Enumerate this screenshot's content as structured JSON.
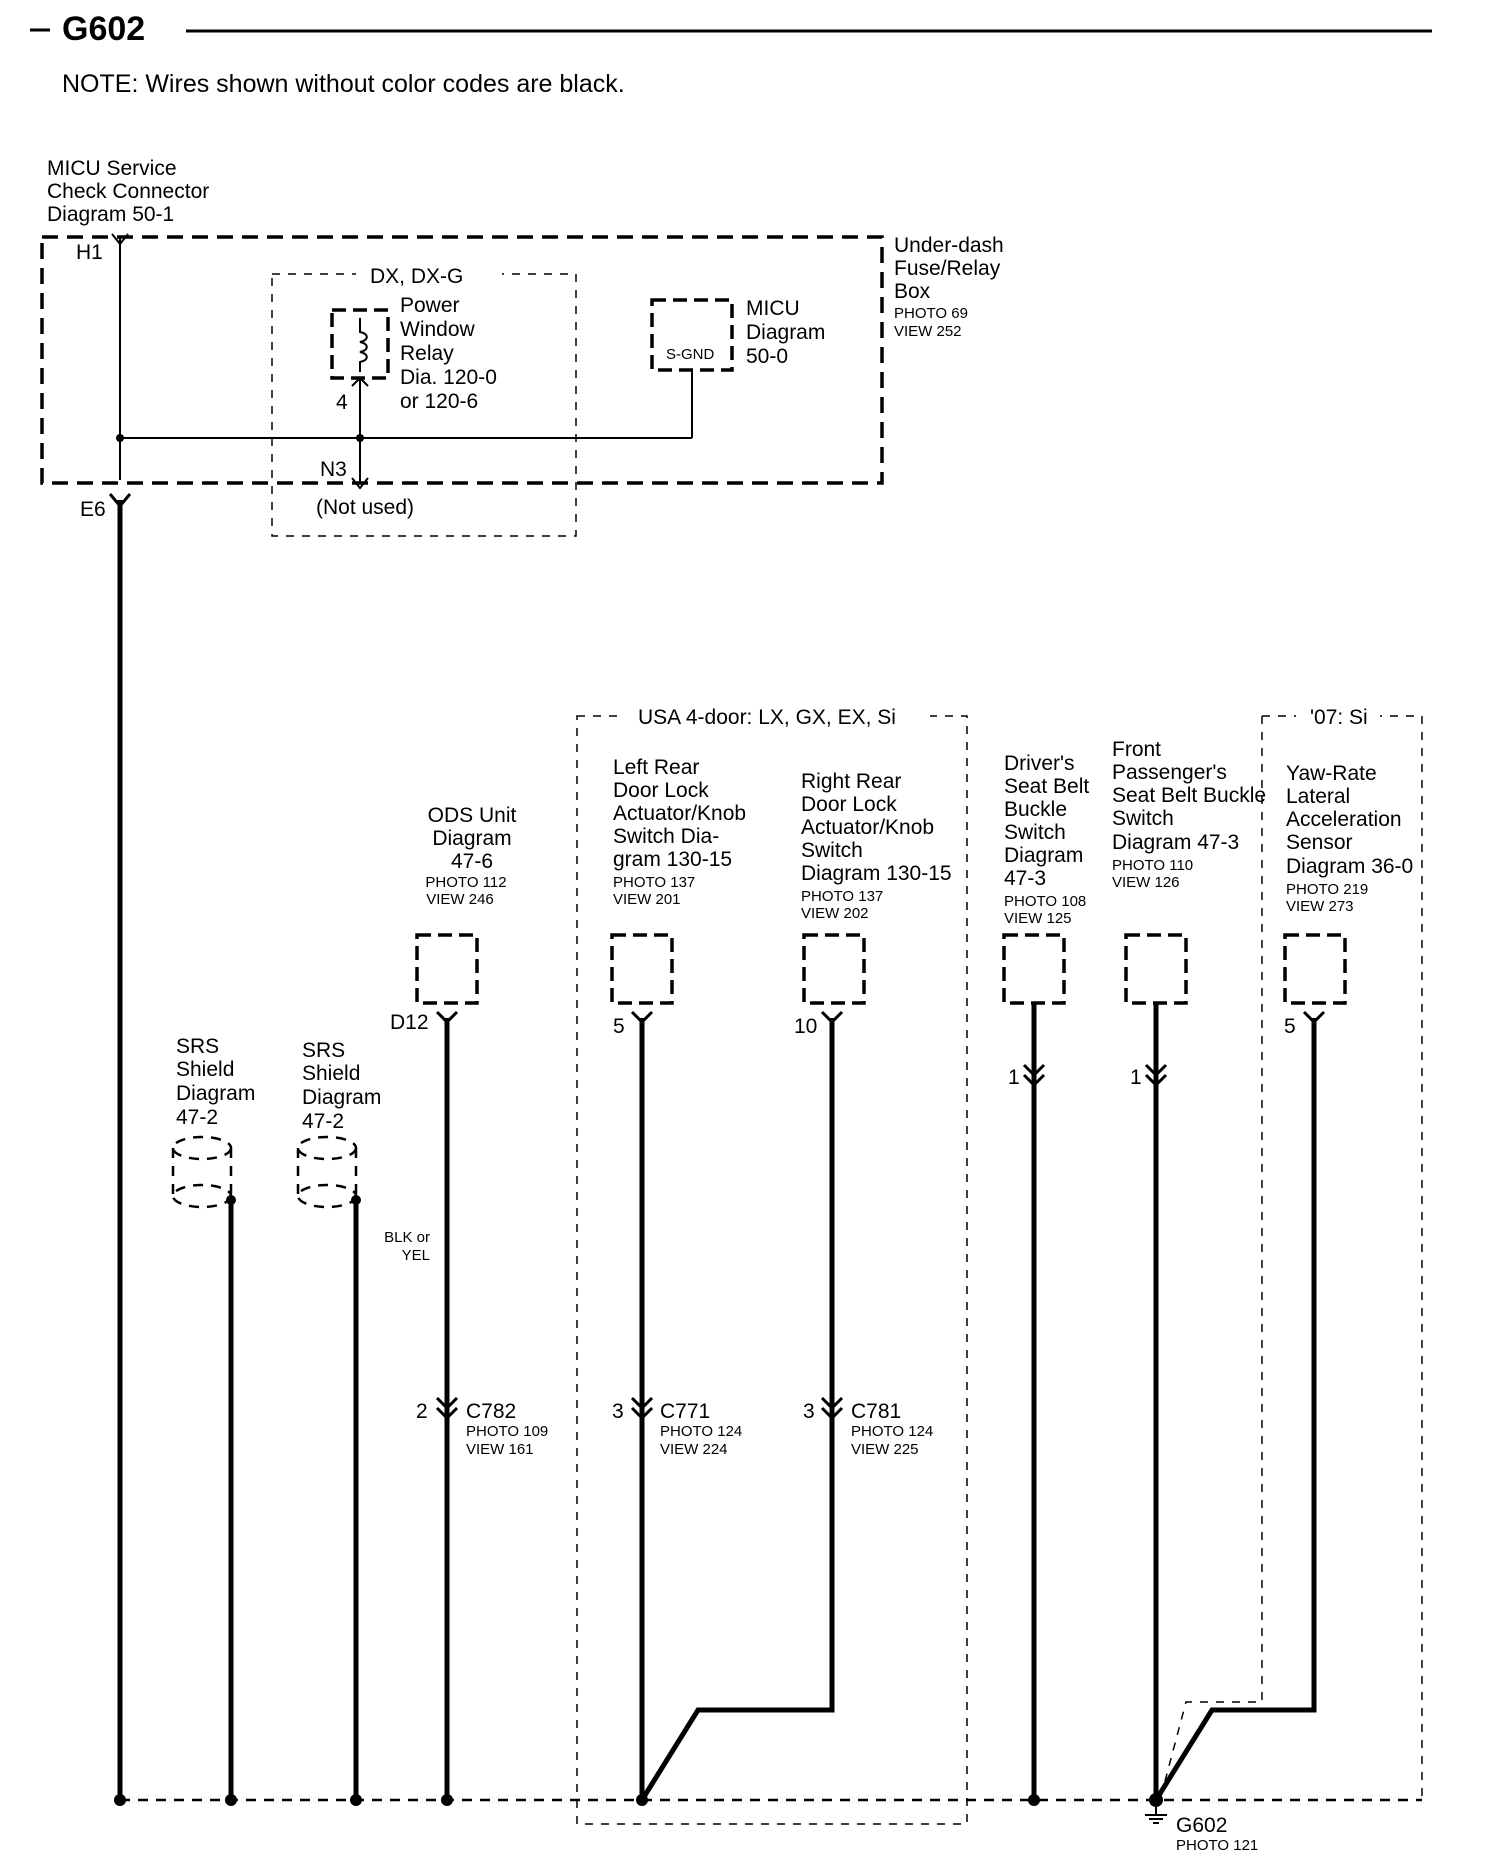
{
  "header": {
    "title": "G602",
    "note": "NOTE: Wires shown without color codes are black."
  },
  "micu_service": {
    "lines": [
      "MICU Service",
      "Check Connector",
      "Diagram 50-1"
    ]
  },
  "fuse_box": {
    "lines": [
      "Under-dash",
      "Fuse/Relay",
      "Box"
    ],
    "photo": "PHOTO 69",
    "view": "VIEW 252",
    "pin_top": "H1",
    "pin_bottom": "E6"
  },
  "dx_group": {
    "label": "DX, DX-G",
    "not_used": "(Not used)"
  },
  "power_window_relay": {
    "lines": [
      "Power",
      "Window",
      "Relay",
      "Dia. 120-0",
      "or 120-6"
    ],
    "pin": "4",
    "pin_n3": "N3"
  },
  "micu": {
    "lines": [
      "MICU",
      "Diagram",
      "50-0"
    ],
    "terminal": "S-GND"
  },
  "usa_group": {
    "label": "USA 4-door: LX, GX, EX, Si"
  },
  "si_group": {
    "label": "'07: Si"
  },
  "srs1": {
    "lines": [
      "SRS",
      "Shield",
      "Diagram",
      "47-2"
    ]
  },
  "srs2": {
    "lines": [
      "SRS",
      "Shield",
      "Diagram",
      "47-2"
    ]
  },
  "ods": {
    "lines": [
      "ODS Unit",
      "Diagram",
      "47-6"
    ],
    "photo": "PHOTO 112",
    "view": "VIEW 246",
    "pin": "D12",
    "wire_color": [
      "BLK or",
      "YEL"
    ],
    "connector_pin": "2",
    "connector": "C782",
    "connector_photo": "PHOTO 109",
    "connector_view": "VIEW 161"
  },
  "left_rear": {
    "lines": [
      "Left Rear",
      "Door Lock",
      "Actuator/Knob",
      "Switch Dia-",
      "gram 130-15"
    ],
    "photo": "PHOTO 137",
    "view": "VIEW 201",
    "pin": "5",
    "connector_pin": "3",
    "connector": "C771",
    "connector_photo": "PHOTO 124",
    "connector_view": "VIEW 224"
  },
  "right_rear": {
    "lines": [
      "Right Rear",
      "Door Lock",
      "Actuator/Knob",
      "Switch",
      "Diagram 130-15"
    ],
    "photo": "PHOTO 137",
    "view": "VIEW 202",
    "pin": "10",
    "connector_pin": "3",
    "connector": "C781",
    "connector_photo": "PHOTO 124",
    "connector_view": "VIEW 225"
  },
  "driver_buckle": {
    "lines": [
      "Driver's",
      "Seat Belt",
      "Buckle",
      "Switch",
      "Diagram",
      "47-3"
    ],
    "photo": "PHOTO 108",
    "view": "VIEW 125",
    "pin": "1"
  },
  "passenger_buckle": {
    "lines": [
      "Front",
      "Passenger's",
      "Seat Belt Buckle",
      "Switch",
      "Diagram 47-3"
    ],
    "photo": "PHOTO 110",
    "view": "VIEW 126",
    "pin": "1"
  },
  "yaw_rate": {
    "lines": [
      "Yaw-Rate",
      "Lateral",
      "Acceleration",
      "Sensor",
      "Diagram 36-0"
    ],
    "photo": "PHOTO 219",
    "view": "VIEW 273",
    "pin": "5"
  },
  "ground": {
    "label": "G602",
    "photo": "PHOTO 121"
  }
}
